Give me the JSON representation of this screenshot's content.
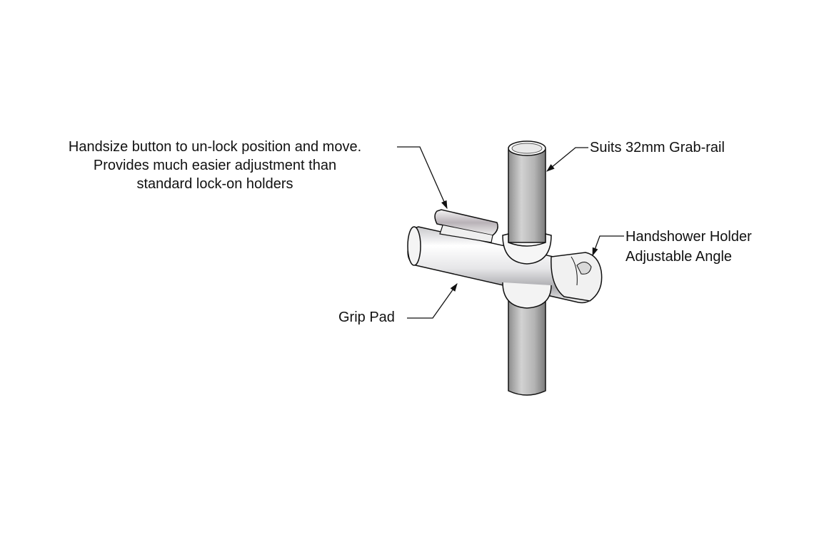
{
  "diagram": {
    "subject": "Grab-rail handshower holder",
    "callouts": [
      {
        "id": "handsize-button",
        "lines": [
          "Handsize button to un-lock position and move.",
          "Provides much easier adjustment than",
          "standard lock-on holders"
        ]
      },
      {
        "id": "grab-rail",
        "lines": [
          "Suits 32mm Grab-rail"
        ]
      },
      {
        "id": "handshower-holder",
        "lines": [
          "Handshower Holder",
          "Adjustable Angle"
        ]
      },
      {
        "id": "grip-pad",
        "lines": [
          "Grip Pad"
        ]
      }
    ]
  }
}
